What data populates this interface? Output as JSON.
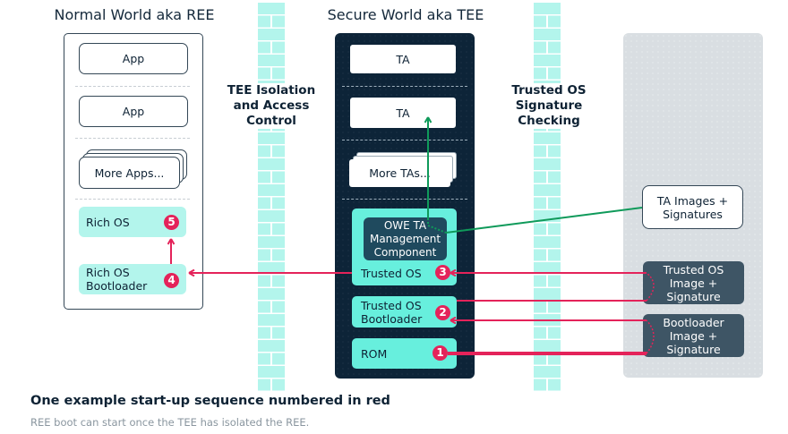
{
  "titles": {
    "normal_world": "Normal World aka REE",
    "secure_world": "Secure World aka TEE"
  },
  "walls": [
    {
      "label_lines": [
        "TEE Isolation",
        "and Access",
        "Control"
      ]
    },
    {
      "label_lines": [
        "Trusted OS",
        "Signature",
        "Checking"
      ]
    }
  ],
  "ree": {
    "apps": [
      "App",
      "App"
    ],
    "more_apps": "More Apps...",
    "rich_os": "Rich OS",
    "rich_os_badge": "5",
    "rich_os_bootloader": "Rich OS Bootloader",
    "rich_os_bootloader_badge": "4"
  },
  "tee": {
    "tas": [
      "TA",
      "TA"
    ],
    "more_tas": "More TAs...",
    "owe_component": "OWE TA Management Component",
    "trusted_os": "Trusted OS",
    "trusted_os_badge": "3",
    "trusted_os_bootloader": "Trusted OS Bootloader",
    "trusted_os_bootloader_badge": "2",
    "rom": "ROM",
    "rom_badge": "1"
  },
  "external": {
    "ta_images": "TA Images + Signatures",
    "trusted_os_image": "Trusted OS Image + Signature",
    "bootloader_image": "Bootloader Image + Signature"
  },
  "caption": {
    "title": "One example start-up sequence numbered in red",
    "subtitle": "REE boot can start once the TEE has isolated the REE."
  },
  "colors": {
    "accent_red": "#e4235a",
    "accent_green": "#0f9a5a",
    "tee_dark": "#0d2438",
    "teal_light": "#b3f5ec",
    "teal_bright": "#67efdd",
    "slate": "#3e5565",
    "external_grey": "#d9dee2"
  }
}
